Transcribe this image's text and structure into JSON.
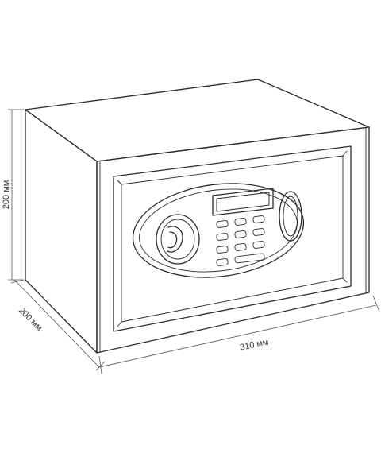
{
  "dimensions": {
    "height": "200 мм",
    "depth": "200 мм",
    "width": "310 мм"
  },
  "colors": {
    "line": "#2a2a2a",
    "background": "#ffffff"
  }
}
